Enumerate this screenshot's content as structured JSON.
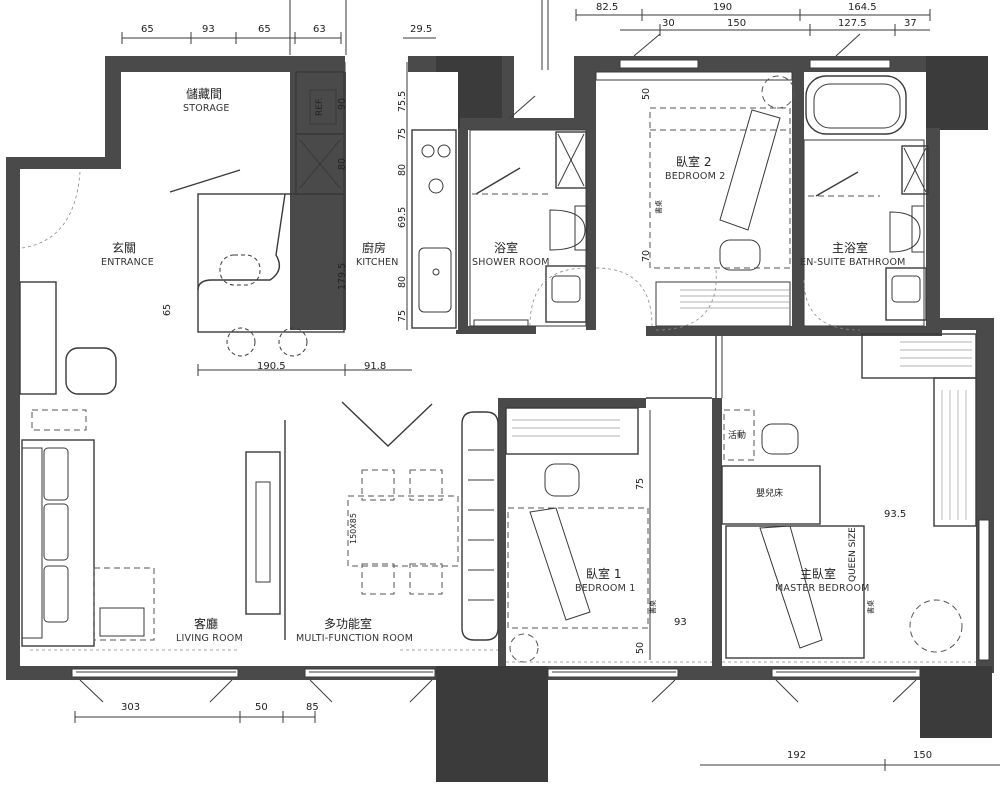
{
  "rooms": {
    "storage": {
      "cn": "儲藏間",
      "en": "STORAGE"
    },
    "entrance": {
      "cn": "玄關",
      "en": "ENTRANCE"
    },
    "kitchen": {
      "cn": "廚房",
      "en": "KITCHEN"
    },
    "shower": {
      "cn": "浴室",
      "en": "SHOWER ROOM"
    },
    "bedroom2": {
      "cn": "臥室 2",
      "en": "BEDROOM 2"
    },
    "ensuite": {
      "cn": "主浴室",
      "en": "EN-SUITE BATHROOM"
    },
    "living": {
      "cn": "客廳",
      "en": "LIVING ROOM"
    },
    "multi": {
      "cn": "多功能室",
      "en": "MULTI-FUNCTION ROOM"
    },
    "bedroom1": {
      "cn": "臥室 1",
      "en": "BEDROOM 1"
    },
    "master": {
      "cn": "主臥室",
      "en": "MASTER BEDROOM"
    }
  },
  "annotations": {
    "ref": "REF.",
    "movable": "活動",
    "crib": "嬰兒床",
    "queen": "QUEEN SIZE",
    "desk_short": "書桌"
  },
  "dims_top": [
    "65",
    "93",
    "65",
    "63",
    "29.5",
    "82.5",
    "190",
    "164.5",
    "30",
    "150",
    "127.5",
    "37"
  ],
  "dims_kitchen": [
    "75.5",
    "75",
    "80",
    "69.5",
    "179.5",
    "80",
    "75",
    "90",
    "80"
  ],
  "dims_misc": {
    "counter_w": "190.5",
    "counter_r": "91.8",
    "counter_h": "65",
    "b2_top": "50",
    "b2_mid": "70",
    "b1_75": "75",
    "b1_50": "50",
    "b1_93": "93",
    "table": "150X85",
    "master_w": "93.5"
  },
  "dims_bottom": [
    "303",
    "50",
    "85",
    "192",
    "150"
  ]
}
